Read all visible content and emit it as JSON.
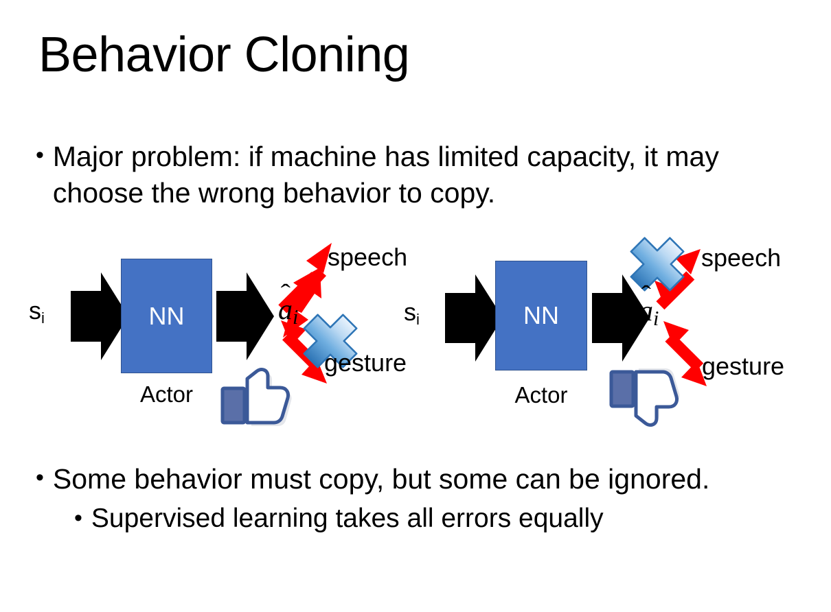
{
  "slide": {
    "title": "Behavior Cloning",
    "background_color": "#FFFFFF",
    "bullets": [
      {
        "level": 1,
        "marker": "•",
        "text": "Major problem: if machine has limited capacity, it may choose the wrong behavior to copy."
      },
      {
        "level": 1,
        "marker": "•",
        "text": "Some behavior must copy, but some can be ignored."
      },
      {
        "level": 2,
        "marker": "•",
        "text": "Supervised learning takes all errors equally"
      }
    ]
  },
  "colors": {
    "nn_box_fill": "#4472C4",
    "nn_box_border": "#2F528F",
    "arrow_black": "#000000",
    "arrow_red": "#FF0000",
    "cross_blue_light": "#CFE3F7",
    "cross_blue_mid": "#5B9BD5",
    "cross_blue_dark": "#2E75B6",
    "cross_outline": "#1F4E79",
    "thumb_outline": "#3B5998",
    "thumb_cuff": "#5A6FA8",
    "thumb_fill": "#FFFFFF",
    "thumb_shadow": "#E4E6EB",
    "text_black": "#000000",
    "nn_label_white": "#FFFFFF"
  },
  "diagrams": [
    {
      "id": "left",
      "state_label": "s",
      "state_sub": "i",
      "nn_label": "NN",
      "actor_label": "Actor",
      "action_label": "a",
      "action_sub": "i",
      "branches": [
        {
          "name": "speech",
          "direction": "up-right",
          "crossed": false
        },
        {
          "name": "gesture",
          "direction": "down-right",
          "crossed": true
        }
      ],
      "feedback_icon": "thumbs-up",
      "feedback_meaning": "good"
    },
    {
      "id": "right",
      "state_label": "s",
      "state_sub": "i",
      "nn_label": "NN",
      "actor_label": "Actor",
      "action_label": "a",
      "action_sub": "i",
      "branches": [
        {
          "name": "speech",
          "direction": "up-right",
          "crossed": true
        },
        {
          "name": "gesture",
          "direction": "down-right",
          "crossed": false
        }
      ],
      "feedback_icon": "thumbs-down",
      "feedback_meaning": "bad"
    }
  ]
}
